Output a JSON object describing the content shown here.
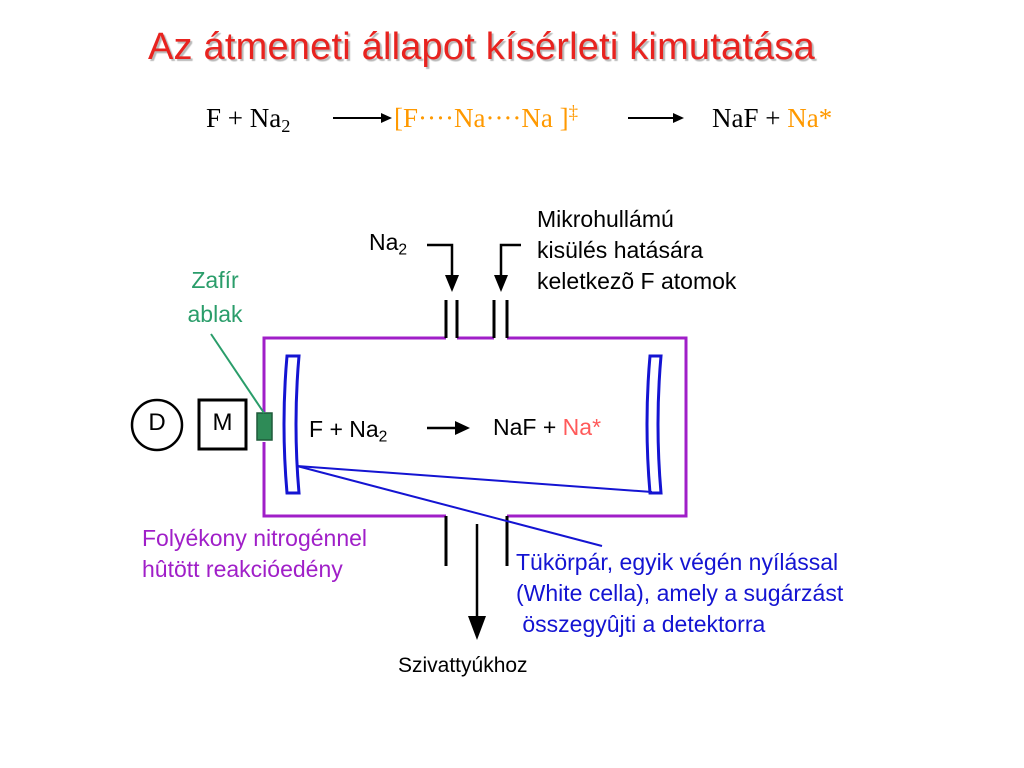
{
  "title": "Az átmeneti állapot kísérleti kimutatása",
  "equation": {
    "reactant_f": "F + Na",
    "reactant_sub": "2",
    "ts": "[F····Na····Na ]",
    "ts_dagger": "‡",
    "product_naf": "NaF + ",
    "product_na": "Na*"
  },
  "inlet_na2": {
    "text": "Na",
    "sub": "2"
  },
  "microwave_label": [
    "Mikrohullámú",
    "kisülés hatására",
    "keletkezõ  F atomok"
  ],
  "window_label": [
    "Zafír",
    "ablak"
  ],
  "detector": "D",
  "monochromator": "M",
  "inner_reaction": {
    "reactant": "F + Na",
    "reactant_sub": "2",
    "product": "NaF + ",
    "product_na": "Na*"
  },
  "vessel_label": [
    "Folyékony nitrogénnel",
    "hûtött reakcióedény"
  ],
  "mirror_label": [
    "Tükörpár, egyik végén nyílással",
    "(White cella), amely a sugárzást",
    " összegyûjti a detektorra"
  ],
  "pump_label": "Szivattyúkhoz",
  "colors": {
    "title": "#e8231f",
    "transition_state": "#ff9900",
    "vessel": "#a01fc8",
    "mirrors": "#1414d2",
    "window": "#2e8b57",
    "window_label": "#2a9d6a",
    "na_star_inner": "#ff5a5a"
  }
}
